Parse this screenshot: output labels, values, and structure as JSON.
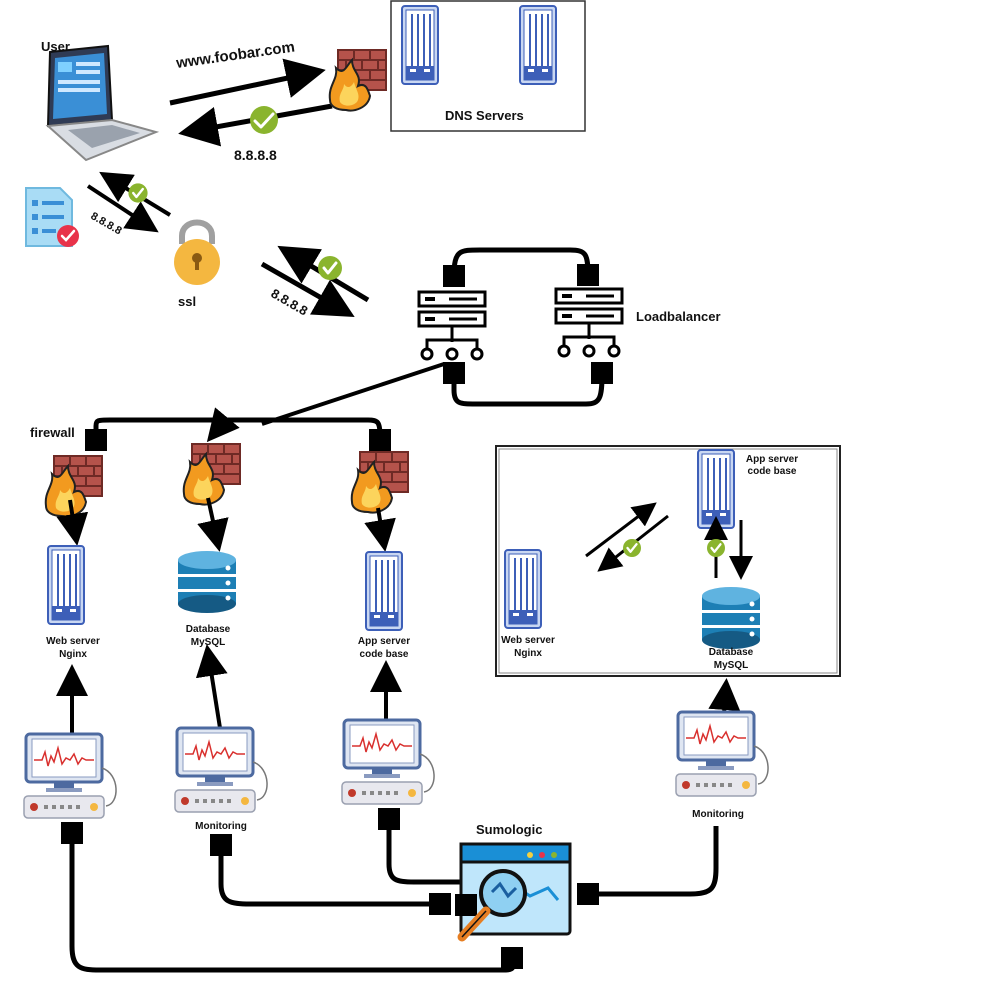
{
  "labels": {
    "user": "User",
    "domain": "www.foobar.com",
    "dns_ip": "8.8.8.8",
    "dns_servers": "DNS Servers",
    "ssl_ip": "8.8.8.8",
    "ssl": "ssl",
    "lb_ip": "8.8.8.8",
    "loadbalancer": "Loadbalancer",
    "firewall": "firewall",
    "web_server_l1": "Web server",
    "web_server_l2": "Nginx",
    "database_l1": "Database",
    "database_l2": "MySQL",
    "app_server_l1": "App server",
    "app_server_l2": "code base",
    "monitoring_1": "Monitoring",
    "sumologic": "Sumologic",
    "box_app_l1": "App server",
    "box_app_l2": "code base",
    "box_web_l1": "Web server",
    "box_web_l2": "Nginx",
    "box_db_l1": "Database",
    "box_db_l2": "MySQL",
    "monitoring_2": "Monitoring"
  },
  "colors": {
    "server_blue": "#3d5fb8",
    "server_light": "#c9d7f2",
    "firewall_brick": "#b5534b",
    "flame_orange": "#f29a1f",
    "check_green": "#8ab42e",
    "db_blue": "#1d7fb5",
    "lock_gold": "#f4b740",
    "monitor_frame": "#4d6aa0",
    "sumologic_blue": "#1a8fd6"
  },
  "icons": [
    "laptop-icon",
    "firewall-icon",
    "server-rack-icon",
    "document-check-icon",
    "lock-icon",
    "check-icon",
    "load-balancer-icon",
    "database-icon",
    "monitor-icon",
    "analytics-magnifier-icon"
  ]
}
